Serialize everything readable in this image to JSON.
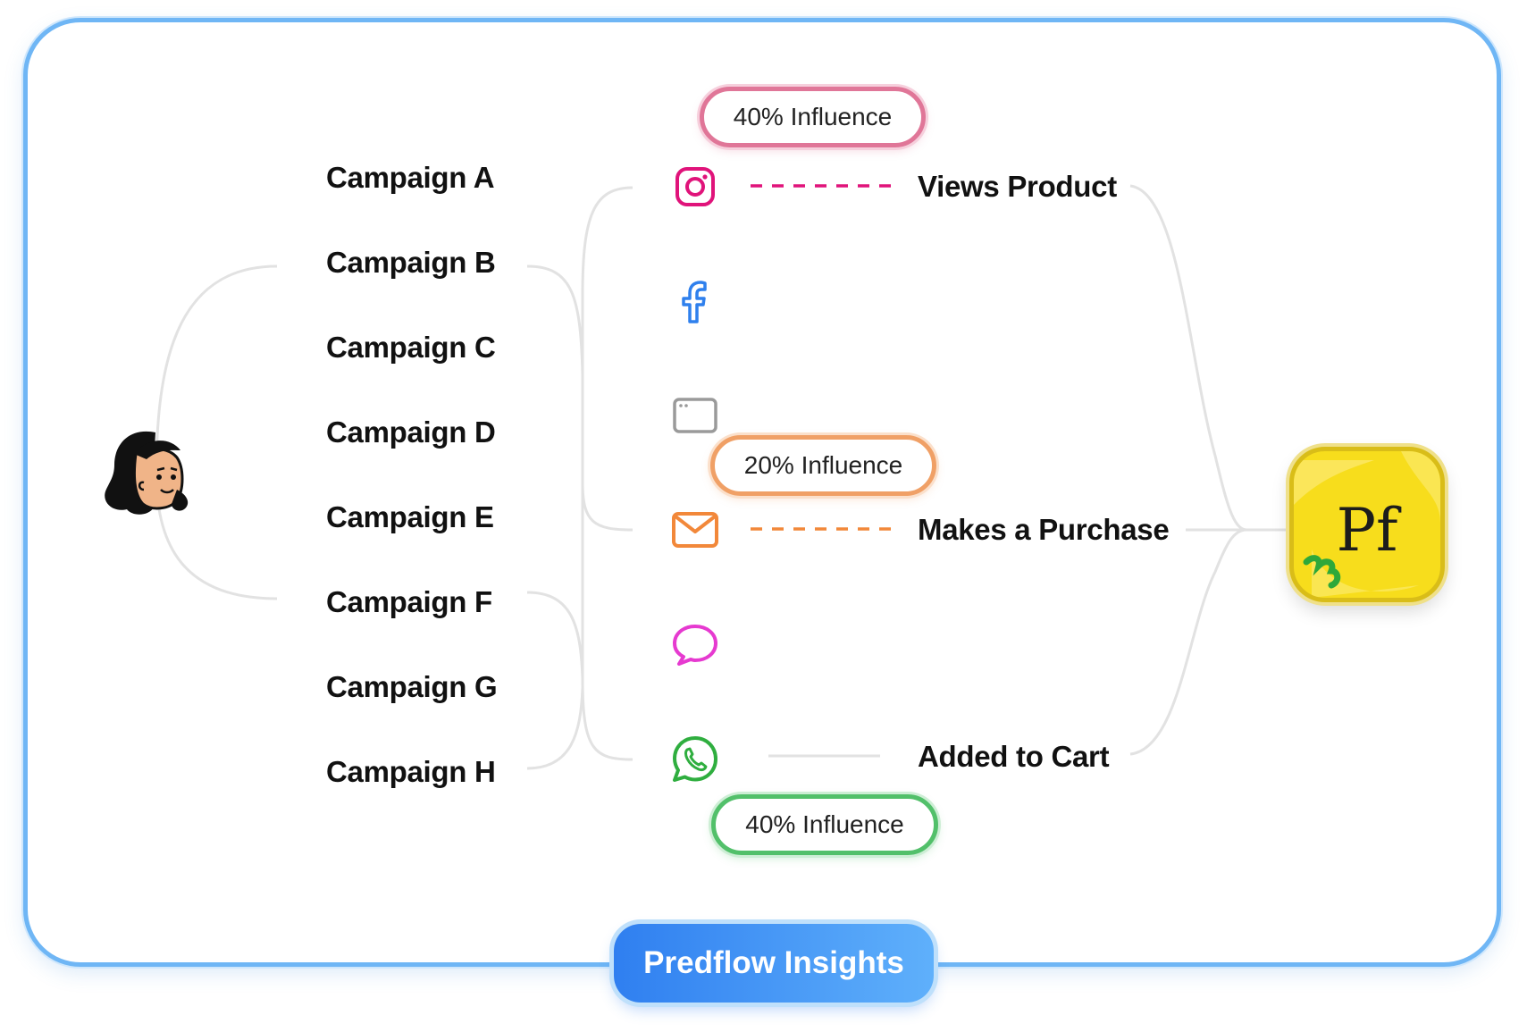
{
  "campaigns": [
    "Campaign A",
    "Campaign B",
    "Campaign C",
    "Campaign D",
    "Campaign E",
    "Campaign F",
    "Campaign G",
    "Campaign H"
  ],
  "channels": [
    {
      "icon": "instagram-icon",
      "color": "#e0137a"
    },
    {
      "icon": "facebook-icon",
      "color": "#2f80ed"
    },
    {
      "icon": "web-browser-icon",
      "color": "#9a9a9a"
    },
    {
      "icon": "email-icon",
      "color": "#f2883a"
    },
    {
      "icon": "chat-bubble-icon",
      "color": "#e63ad0"
    },
    {
      "icon": "whatsapp-icon",
      "color": "#2fae3f"
    }
  ],
  "events": {
    "views_product": "Views Product",
    "makes_purchase": "Makes a Purchase",
    "added_to_cart": "Added to Cart"
  },
  "influence": {
    "views_product": "40% Influence",
    "makes_purchase": "20% Influence",
    "added_to_cart": "40% Influence"
  },
  "colors": {
    "frame": "#6fb6f5",
    "views_product": "#e0137a",
    "makes_purchase": "#f2883a",
    "added_to_cart": "#2fae3f",
    "logo": "#f7dd1c",
    "brand_button": "#2f7ff0"
  },
  "logo": {
    "text": "Pf"
  },
  "brand": {
    "label": "Predflow Insights"
  }
}
